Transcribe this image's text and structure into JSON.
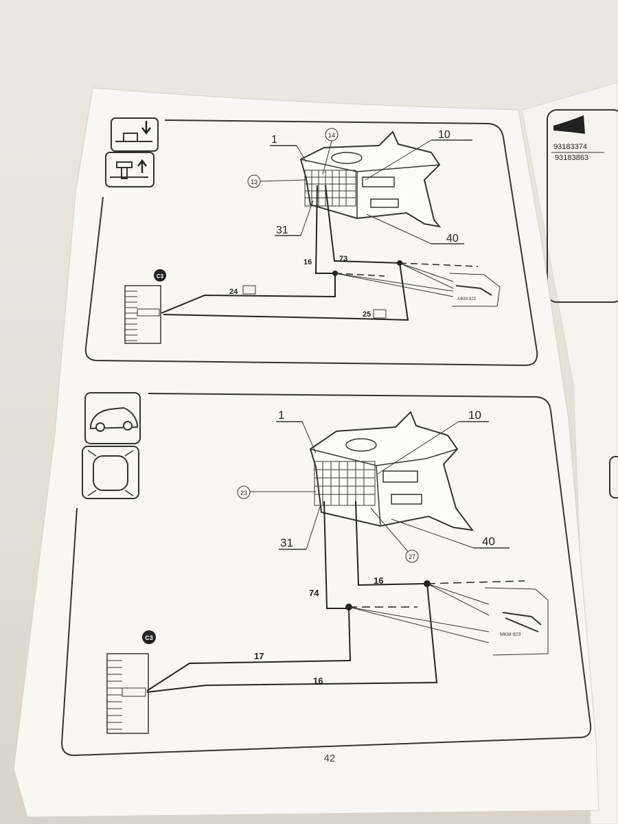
{
  "page_number": "42",
  "upper_diagram": {
    "callouts": [
      "1",
      "10",
      "13",
      "14",
      "31",
      "40"
    ],
    "wires": [
      "16",
      "73",
      "24",
      "25"
    ],
    "connector_label": "C3",
    "tool_label": "MKM-923"
  },
  "lower_diagram": {
    "callouts": [
      "1",
      "10",
      "23",
      "27",
      "31",
      "40"
    ],
    "wires": [
      "16",
      "74",
      "17",
      "16"
    ],
    "connector_label": "C3",
    "tool_label": "MKM-923"
  },
  "side_page": {
    "part_numbers": [
      "93183374",
      "93183863"
    ]
  }
}
